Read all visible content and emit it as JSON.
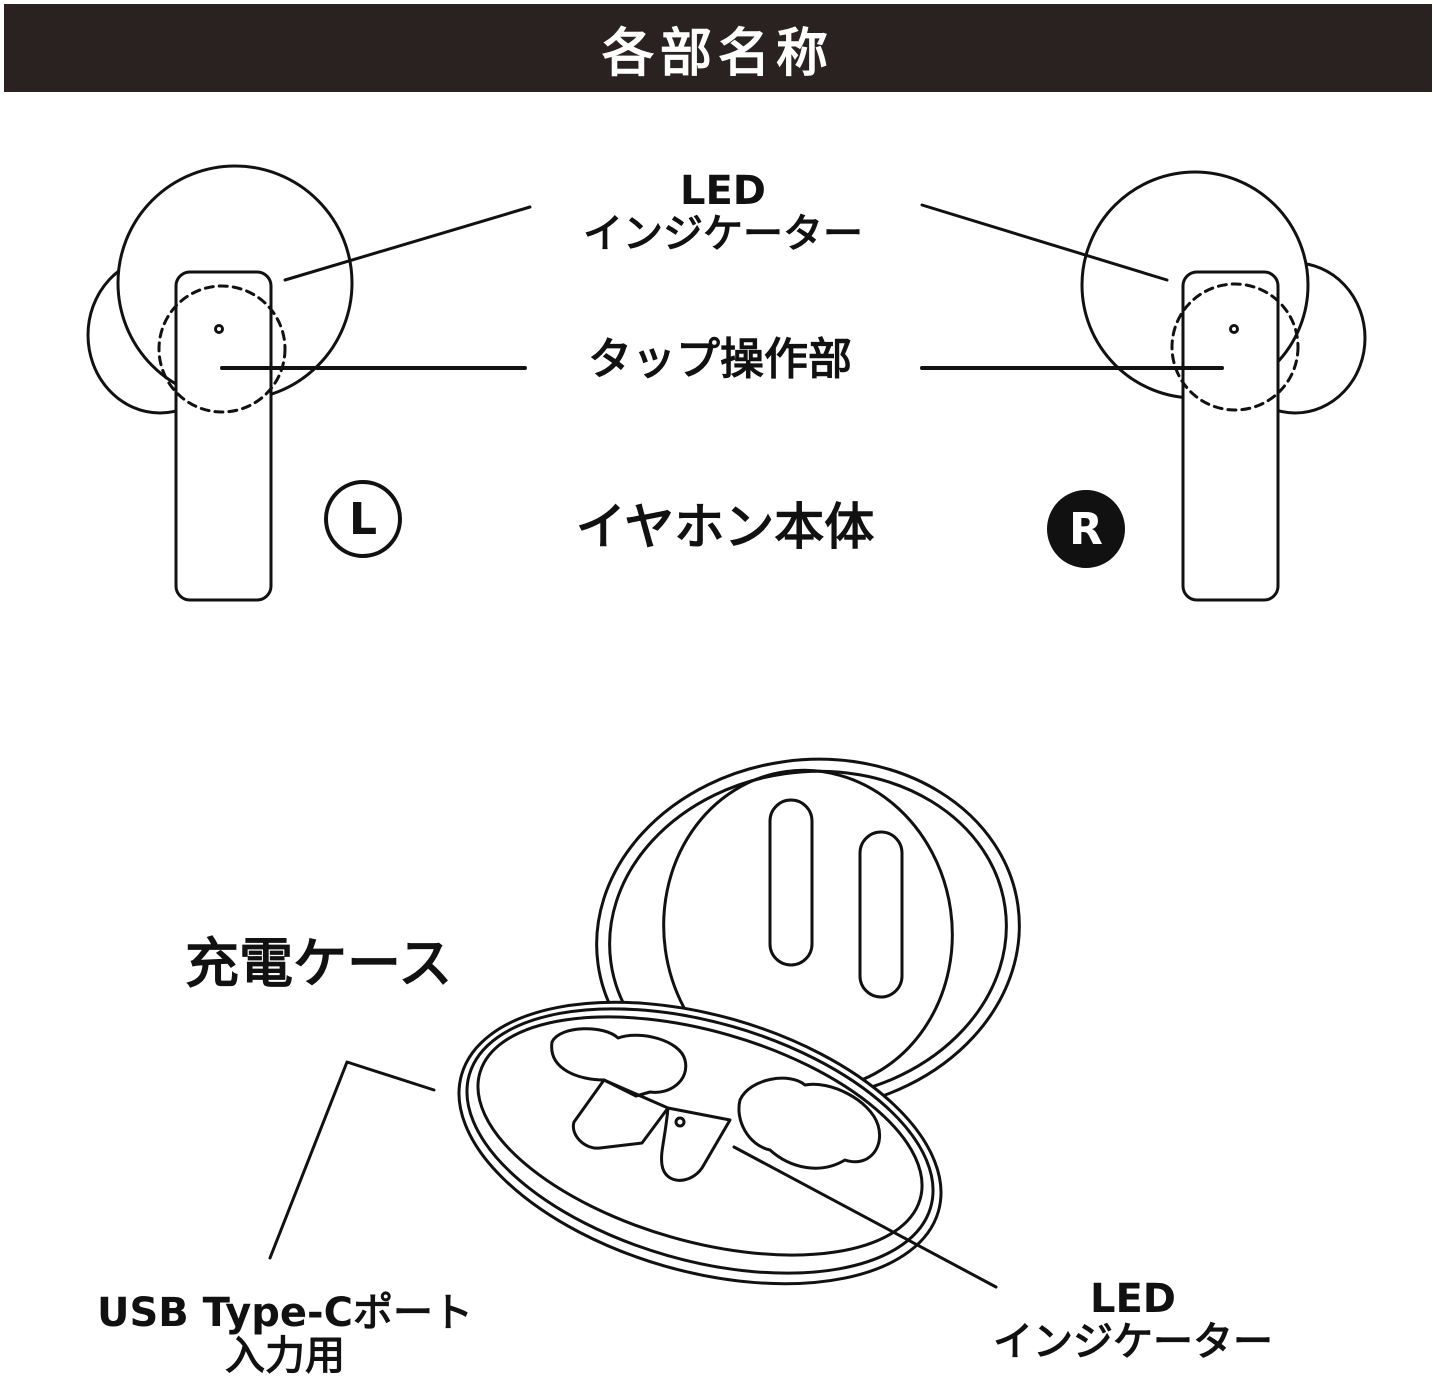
{
  "header": {
    "title": "各部名称"
  },
  "earbuds": {
    "led_label_line1": "LED",
    "led_label_line2": "インジケーター",
    "tap_label": "タップ操作部",
    "body_label": "イヤホン本体",
    "left_mark": "L",
    "right_mark": "R"
  },
  "case": {
    "title": "充電ケース",
    "usb_label_line1": "USB Type-Cポート",
    "usb_label_line2": "入力用",
    "led_label_line1": "LED",
    "led_label_line2": "インジケーター"
  },
  "colors": {
    "ink": "#111111",
    "header_bg": "#2a2220",
    "header_text": "#ffffff"
  }
}
